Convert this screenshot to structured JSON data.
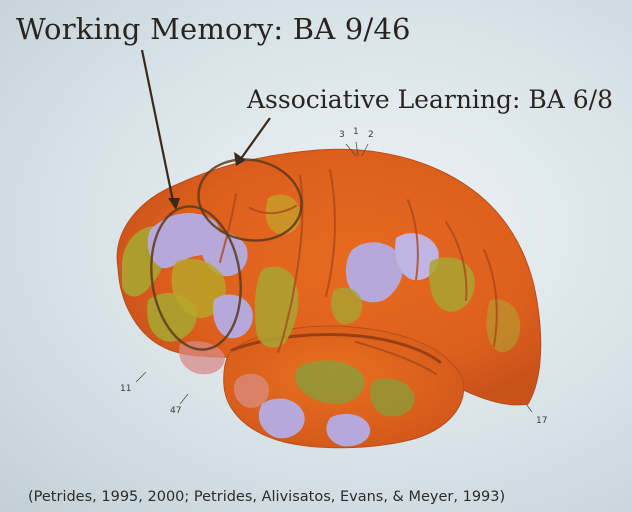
{
  "slide": {
    "title_working_memory": "Working Memory: BA 9/46",
    "title_associative_learning": "Associative Learning: BA 6/8",
    "citation": "(Petrides, 1995, 2000; Petrides, Alivisatos, Evans, & Meyer, 1993)"
  },
  "brain_area_labels": {
    "area_3": "3",
    "area_1": "1",
    "area_2": "2",
    "area_11": "11",
    "area_47": "47",
    "area_17": "17"
  },
  "colors": {
    "background": "#d6e1e6",
    "cortex_orange": "#e0641e",
    "gyrus_lavender": "#b6a9d9",
    "gyrus_olive": "#a9a431",
    "outline_dark": "#5c3a1c"
  }
}
